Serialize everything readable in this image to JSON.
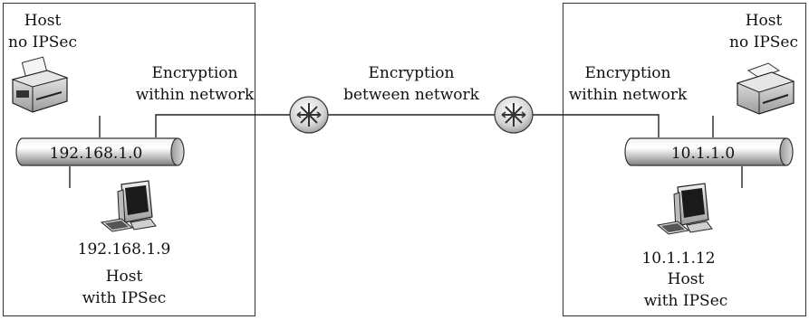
{
  "left_network": {
    "segment": "192.168.1.0",
    "host_no_ipsec": {
      "line1": "Host",
      "line2": "no IPSec"
    },
    "host_ipsec": {
      "ip": "192.168.1.9",
      "line1": "Host",
      "line2": "with IPSec"
    },
    "link_label": {
      "line1": "Encryption",
      "line2": "within network"
    }
  },
  "wan_link": {
    "line1": "Encryption",
    "line2": "between network"
  },
  "right_network": {
    "segment": "10.1.1.0",
    "host_no_ipsec": {
      "line1": "Host",
      "line2": "no IPSec"
    },
    "host_ipsec": {
      "ip": "10.1.1.12",
      "line1": "Host",
      "line2": "with IPSec"
    },
    "link_label": {
      "line1": "Encryption",
      "line2": "within network"
    }
  },
  "icons": [
    "printer-icon",
    "computer-icon",
    "router-icon"
  ]
}
